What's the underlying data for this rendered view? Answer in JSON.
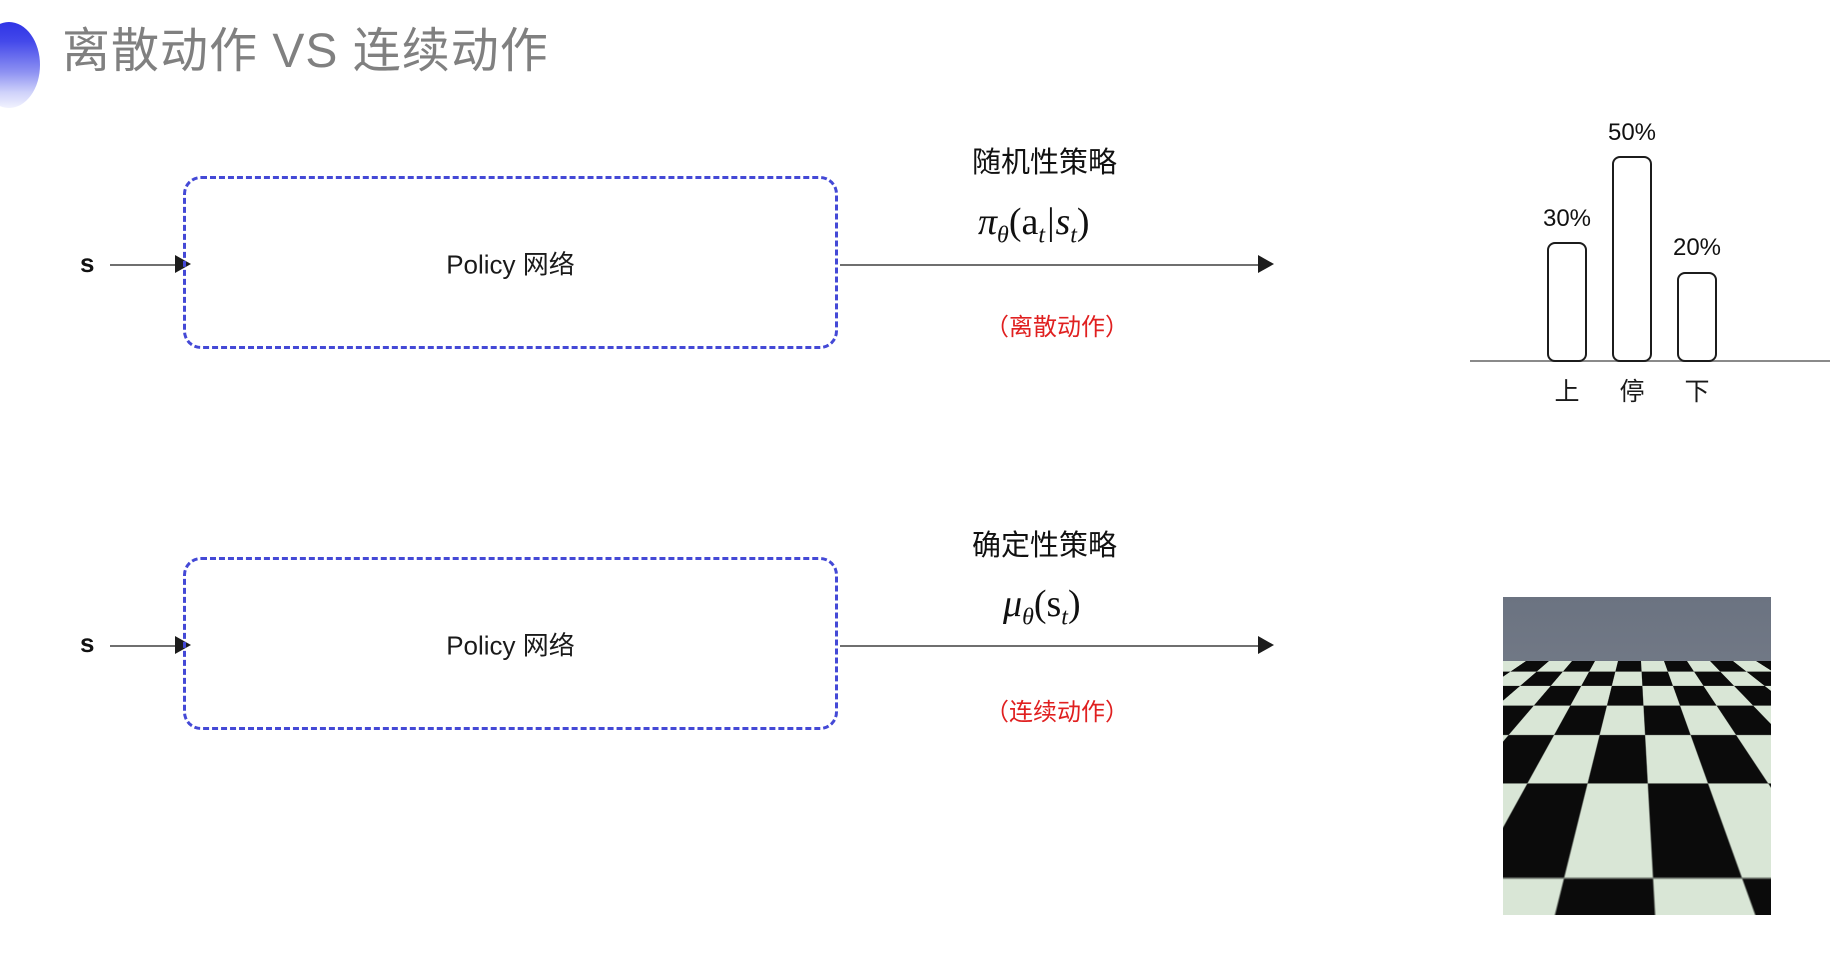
{
  "slide": {
    "title": "离散动作 VS 连续动作",
    "bullet_color_top": "#2f34e6",
    "bullet_color_bottom": "#f1f2fe",
    "background": "#ffffff"
  },
  "rows": [
    {
      "input_label": "s",
      "box_label": "Policy 网络",
      "box_border_color": "#4449d6",
      "policy_name": "随机性策略",
      "formula_main": "π",
      "formula_sub": "θ",
      "formula_args": "(a",
      "formula_arg_sub": "t",
      "formula_bar": "|s",
      "formula_arg_sub2": "t",
      "formula_close": ")",
      "action_tag": "（离散动作）",
      "action_tag_color": "#e02020"
    },
    {
      "input_label": "s",
      "box_label": "Policy 网络",
      "box_border_color": "#4449d6",
      "policy_name": "确定性策略",
      "formula_main": "μ",
      "formula_sub": "θ",
      "formula_args": "(s",
      "formula_arg_sub": "t",
      "formula_close": ")",
      "action_tag": "（连续动作）",
      "action_tag_color": "#e02020"
    }
  ],
  "chart_data": {
    "type": "bar",
    "title": "",
    "xlabel": "",
    "ylabel": "",
    "categories": [
      "上",
      "停",
      "下"
    ],
    "values": [
      30,
      50,
      20
    ],
    "value_labels": [
      "30%",
      "50%",
      "20%"
    ],
    "ylim": [
      0,
      60
    ],
    "grid": false,
    "legend": "none",
    "bar_fill": "#ffffff",
    "bar_stroke": "#1c1c1c",
    "axis_color": "#8a8a8a"
  },
  "humanoid": {
    "caption": "",
    "sky_color": "#6b7381",
    "floor_light": "#d9e6d6",
    "floor_dark": "#0b0b0b",
    "body_color": "#d09a6e"
  }
}
